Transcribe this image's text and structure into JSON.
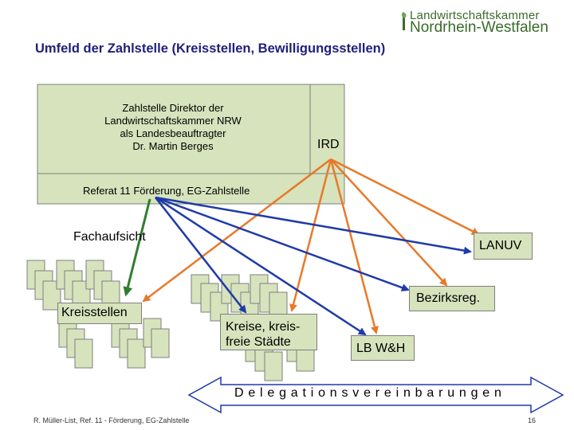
{
  "logo": {
    "line1": "Landwirtschaftskammer",
    "line2": "Nordrhein-Westfalen"
  },
  "title": "Umfeld der Zahlstelle (Kreisstellen, Bewilligungsstellen)",
  "zahlstelle": {
    "lines": [
      "Zahlstelle Direktor der",
      "Landwirtschaftskammer NRW",
      "als Landesbeauftragter",
      "Dr. Martin Berges"
    ]
  },
  "ird": "IRD",
  "referat": "Referat 11 Förderung, EG-Zahlstelle",
  "fachaufsicht": "Fachaufsicht",
  "nodes": {
    "lanuv": "LANUV",
    "bezirksreg": "Bezirksreg.",
    "kreisstellen": "Kreisstellen",
    "kreise_line1": "Kreise, kreis-",
    "kreise_line2": "freie Städte",
    "lbwh": "LB W&H"
  },
  "delegation": "Delegationsvereinbarungen",
  "footer": "R. Müller-List, Ref. 11 - Förderung, EG-Zahlstelle",
  "page_number": "16",
  "colors": {
    "box_fill": "#d6e3bc",
    "title_color": "#1f1f7a",
    "green_arrow": "#2f7d2f",
    "blue_arrow": "#1f3aa8",
    "orange_arrow": "#e8792a",
    "logo_green": "#3a6b2a"
  }
}
